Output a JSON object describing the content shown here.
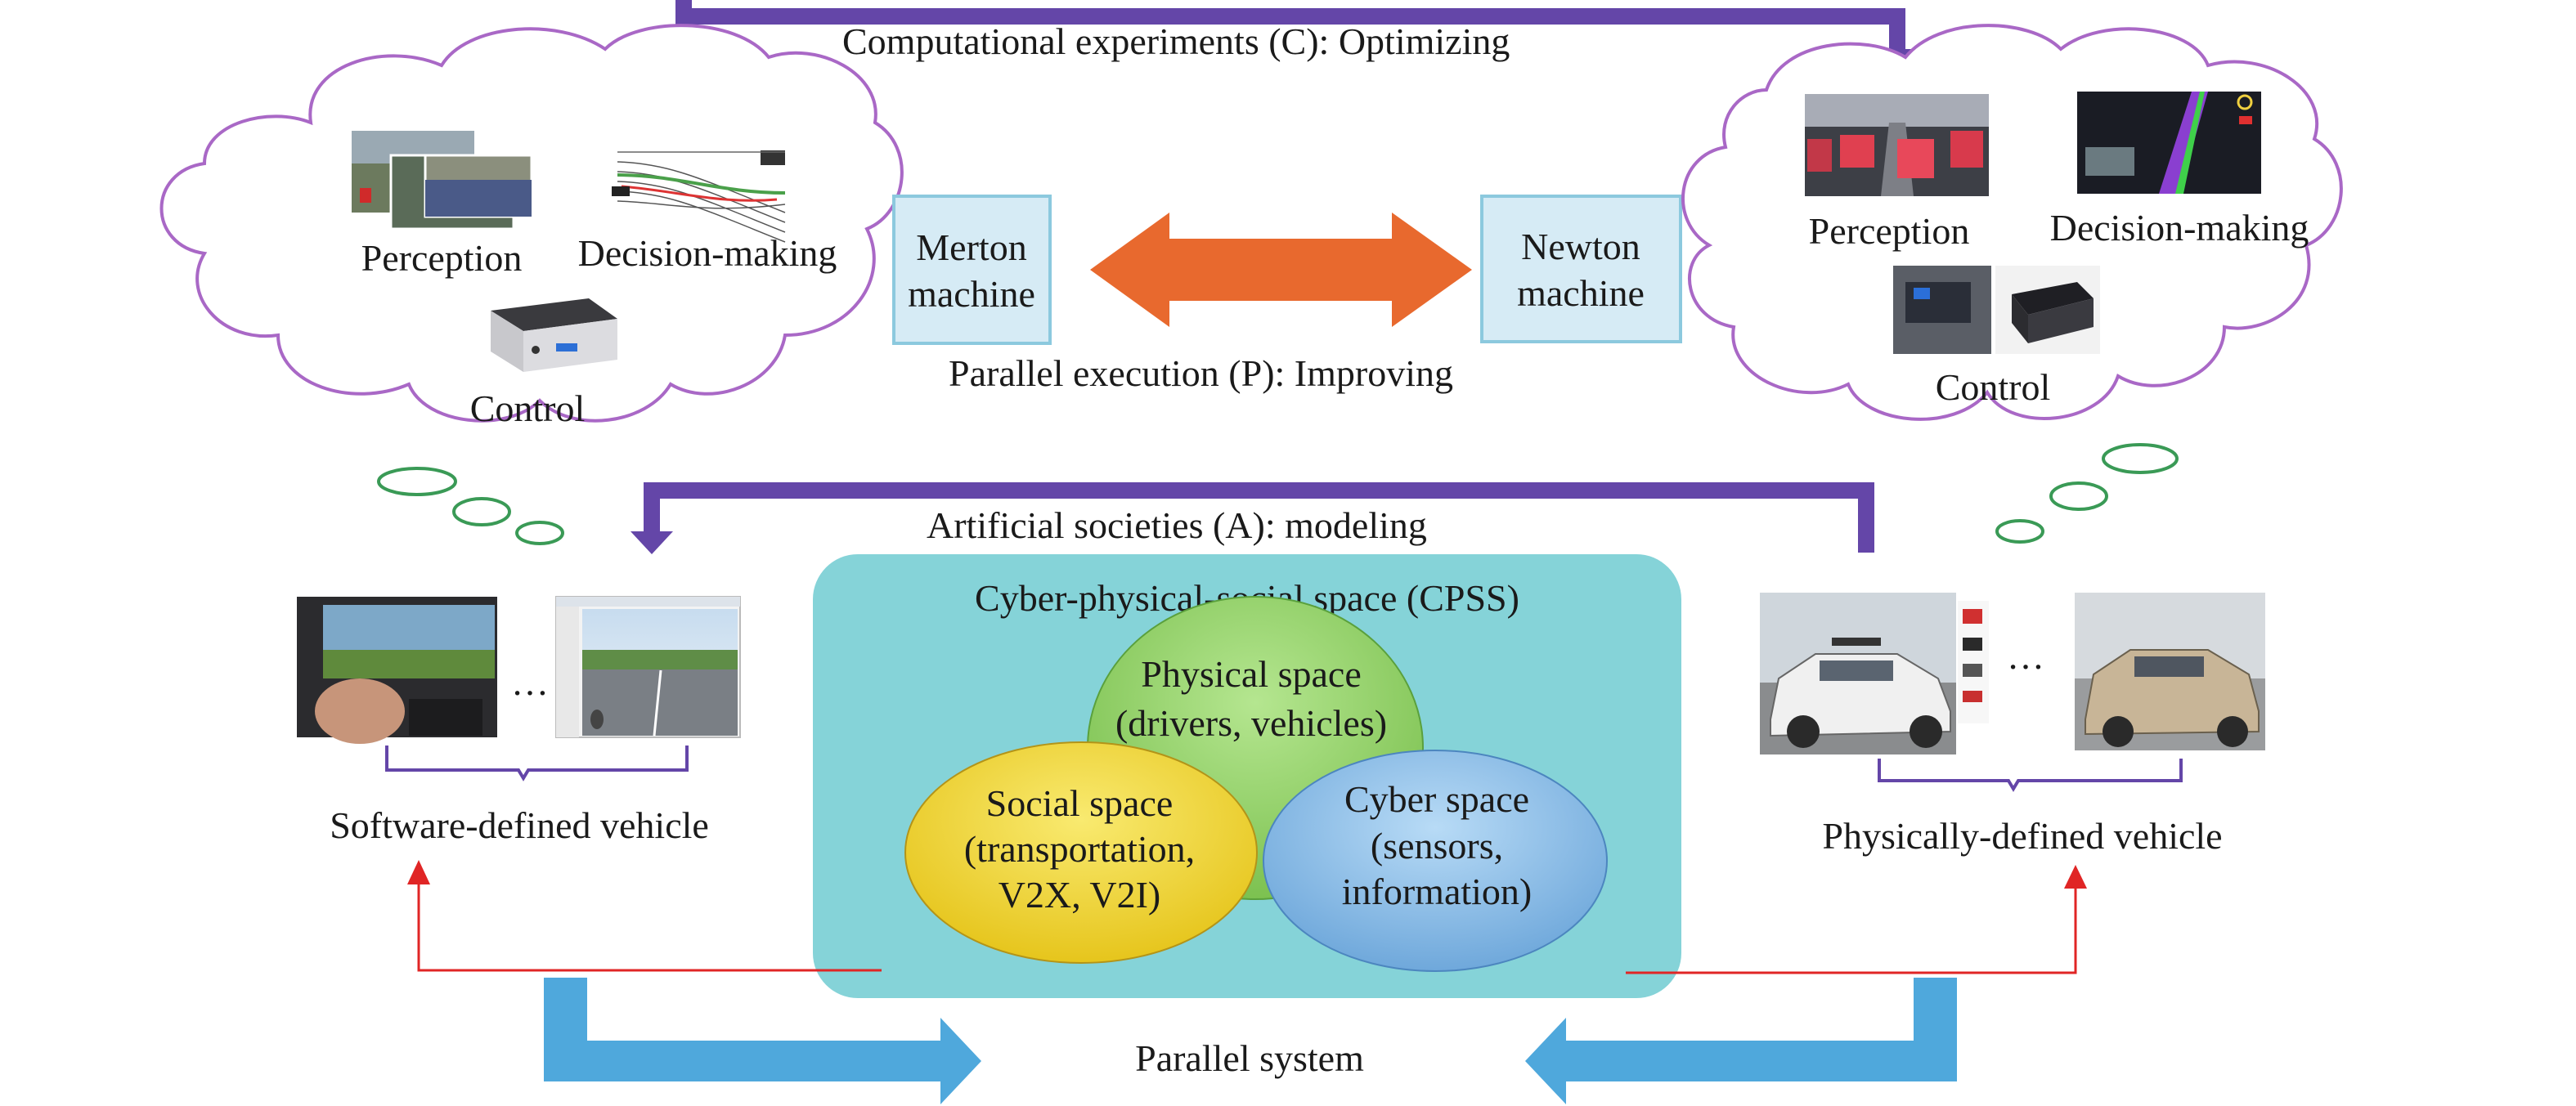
{
  "labels": {
    "computational": "Computational experiments (C): Optimizing",
    "parallel_execution": "Parallel execution (P): Improving",
    "artificial": "Artificial societies (A): modeling",
    "parallel_system": "Parallel system",
    "ellipsis": "…"
  },
  "merton": {
    "line1": "Merton",
    "line2": "machine"
  },
  "newton": {
    "line1": "Newton",
    "line2": "machine"
  },
  "left_cloud": {
    "perception": "Perception",
    "decision": "Decision-making",
    "control": "Control"
  },
  "right_cloud": {
    "perception": "Perception",
    "decision": "Decision-making",
    "control": "Control"
  },
  "cpss": {
    "title": "Cyber-physical-social space (CPSS)",
    "physical": {
      "line1": "Physical space",
      "line2": "(drivers, vehicles)"
    },
    "social": {
      "line1": "Social space",
      "line2": "(transportation,",
      "line3": "V2X, V2I)"
    },
    "cyber": {
      "line1": "Cyber space",
      "line2": "(sensors,",
      "line3": "information)"
    }
  },
  "software_vehicle": "Software-defined vehicle",
  "physical_vehicle": "Physically-defined vehicle",
  "colors": {
    "purple_arrow": "#6446a8",
    "orange_arrow": "#e8692e",
    "blue_arrow": "#4fa8dc",
    "red_line": "#e02525",
    "cloud_outline": "#a968c6",
    "bubble_outline": "#3a9a56",
    "machine_box_fill": "#d6ebf5",
    "machine_box_stroke": "#8cc9de",
    "cpss_fill": "#85d3d8",
    "physical_fill": "#90d068",
    "social_fill": "#f2d838",
    "cyber_fill": "#8cc0e8"
  }
}
